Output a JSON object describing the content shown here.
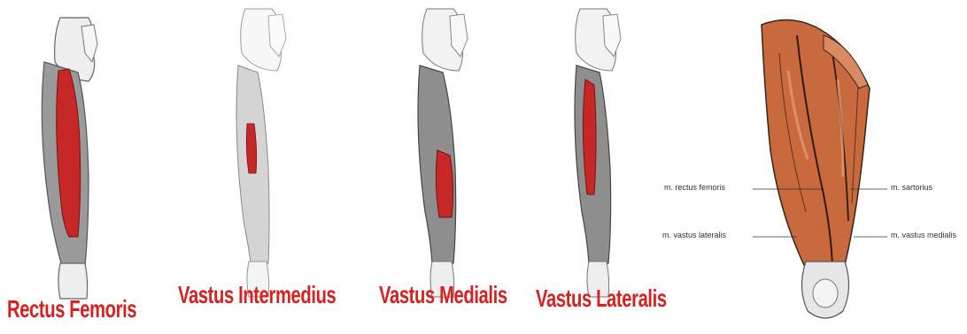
{
  "captions": {
    "rectus_femoris": "Rectus Femoris",
    "vastus_intermedius": "Vastus Intermedius",
    "vastus_medialis": "Vastus Medialis",
    "vastus_lateralis": "Vastus Lateralis"
  },
  "anatomy_labels": {
    "rectus_femoris": "m. rectus femoris",
    "vastus_lateralis": "m. vastus lateralis",
    "sartorius": "m. sartorius",
    "vastus_medialis": "m. vastus medialis"
  },
  "colors": {
    "caption": "#d92020",
    "highlight_muscle": "#c62828",
    "muscle_grey": "#8a8a8a",
    "muscle_tan": "#c8693e"
  }
}
